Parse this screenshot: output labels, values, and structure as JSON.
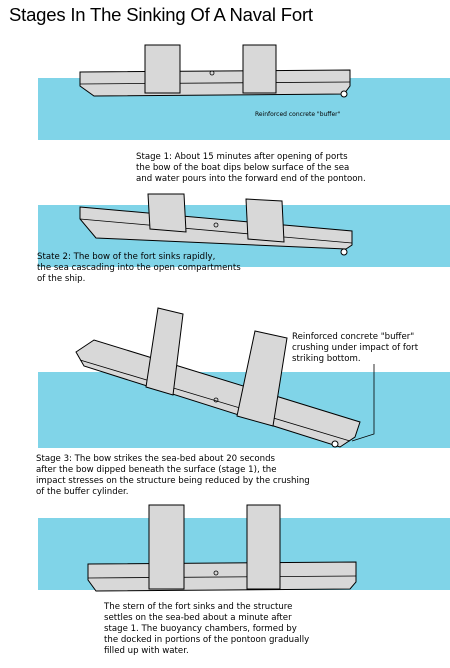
{
  "title": "Stages In The Sinking Of A Naval Fort",
  "colors": {
    "sea": "#80d4e8",
    "hull": "#d8d8d8",
    "tower": "#d8d8d8",
    "outline": "#000000"
  },
  "labels": {
    "buffer_label_1": "Reinforced concrete \"buffer\"",
    "buffer_label_3": "Reinforced concrete \"buffer\"\ncrushing under impact of fort\nstriking bottom."
  },
  "captions": {
    "stage1": "Stage 1: About 15 minutes after opening of ports\nthe bow of the boat dips below surface of the sea\nand water pours into the forward end of the pontoon.",
    "stage2": "State 2: The bow of the fort sinks rapidly,\nthe sea cascading into the open compartments\nof the ship.",
    "stage3": "Stage 3: The bow strikes the sea-bed about 20 seconds\nafter the bow dipped beneath the surface (stage 1), the\nimpact stresses on the structure being reduced by the crushing\nof the buffer cylinder.",
    "stage4": "The stern of the fort sinks and the structure\nsettles on the sea-bed about a minute after\nstage 1. The buoyancy chambers, formed by\nthe docked in portions of the pontoon gradually\nfilled up with water."
  }
}
